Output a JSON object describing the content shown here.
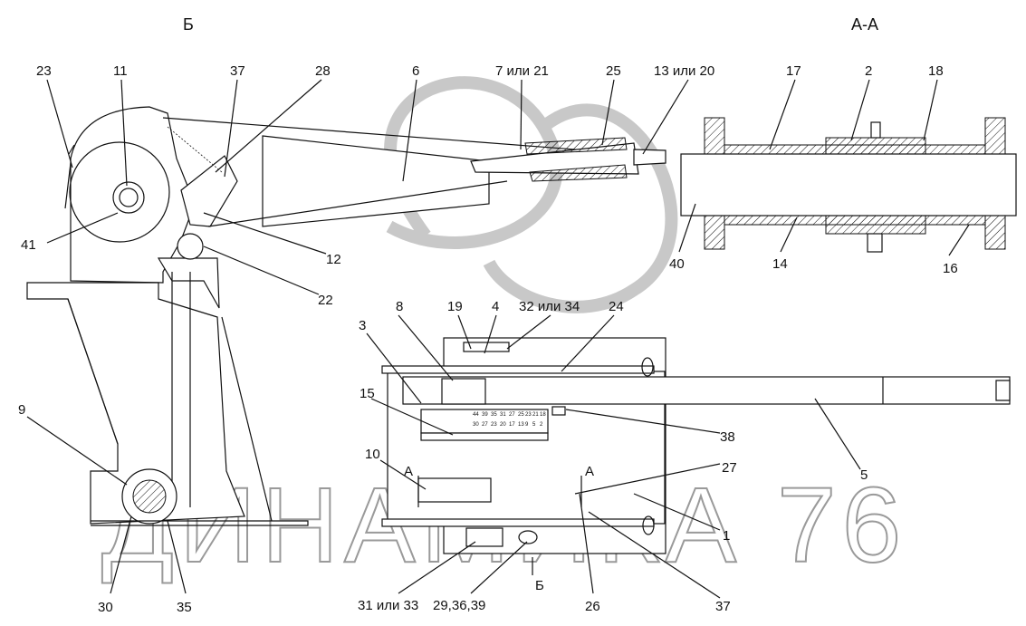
{
  "views": {
    "left_title": "Б",
    "right_title": "А-А",
    "section_mark": "А",
    "view_arrow_label": "Б"
  },
  "watermark": "ДИНАМИКА 76",
  "callouts": {
    "c23": "23",
    "c11": "11",
    "c37a": "37",
    "c28": "28",
    "c6": "6",
    "c7": "7 или 21",
    "c25": "25",
    "c13": "13 или 20",
    "c17": "17",
    "c2": "2",
    "c18": "18",
    "c41": "41",
    "c12": "12",
    "c22": "22",
    "c40": "40",
    "c14": "14",
    "c16": "16",
    "c8": "8",
    "c19": "19",
    "c4": "4",
    "c32": "32 или 34",
    "c24": "24",
    "c3": "3",
    "c15": "15",
    "c38": "38",
    "c9": "9",
    "c10": "10",
    "c27": "27",
    "c5": "5",
    "c1": "1",
    "c30": "30",
    "c35": "35",
    "c31": "31 или 33",
    "c29": "29,36,39",
    "c26": "26",
    "c37b": "37"
  },
  "scale": {
    "top_row": [
      "44",
      "39",
      "35",
      "31",
      "27",
      "25",
      "23",
      "21",
      "18"
    ],
    "bottom_row": [
      "30",
      "27",
      "23",
      "20",
      "17",
      "13",
      "9",
      "5",
      "2"
    ]
  }
}
